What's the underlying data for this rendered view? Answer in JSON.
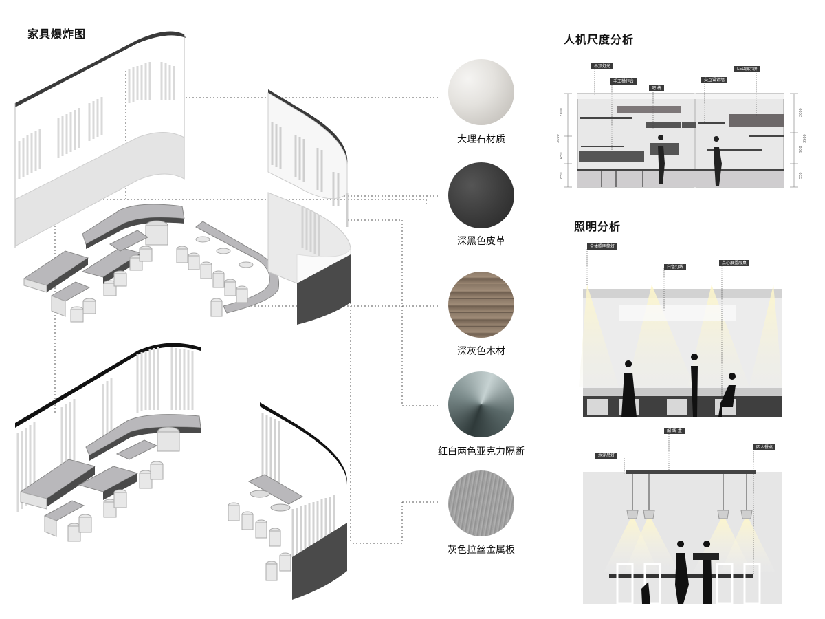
{
  "sections": {
    "exploded": "家具爆炸图",
    "ergonomics": "人机尺度分析",
    "lighting": "照明分析"
  },
  "materials": [
    {
      "label": "大理石材质",
      "texture": "marble"
    },
    {
      "label": "深黑色皮革",
      "texture": "leather"
    },
    {
      "label": "深灰色木材",
      "texture": "wood"
    },
    {
      "label": "红白两色亚克力隔断",
      "texture": "acrylic"
    },
    {
      "label": "灰色拉丝金属板",
      "texture": "brushed-metal"
    }
  ],
  "ergonomics_panel": {
    "tags": [
      "吊顶灯光",
      "手工操作台",
      "吧 椅",
      "交互设计墙",
      "LED展示屏"
    ],
    "dims_left": [
      "2100",
      "3500",
      "650",
      "850"
    ],
    "dims_right": [
      "2000",
      "3500",
      "900",
      "550"
    ]
  },
  "lighting_panel1": {
    "tags": [
      "全体照明筒灯",
      "白色灯线",
      "点心展望层桌"
    ]
  },
  "lighting_panel2": {
    "tags": [
      "配 线 盒",
      "水泥吊灯",
      "四人餐桌"
    ]
  },
  "colors": {
    "wall_gray": "#cfcfcf",
    "surface_gray": "#b9b8bb",
    "dark_gray": "#4a4a4a",
    "lamp_glow": "#fff7c8"
  }
}
